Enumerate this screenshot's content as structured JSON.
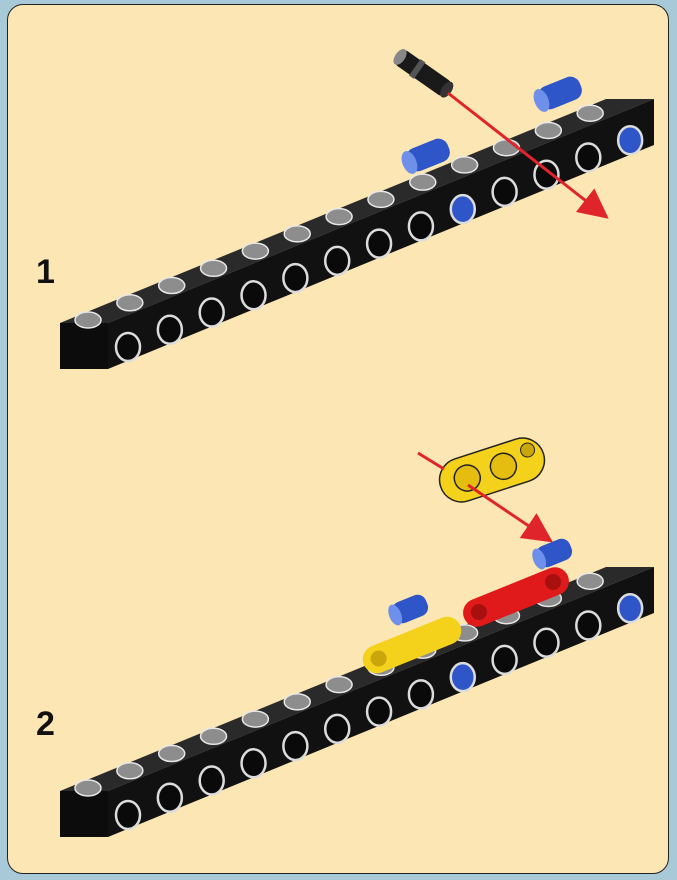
{
  "steps": [
    {
      "number": "1"
    },
    {
      "number": "2"
    }
  ],
  "colors": {
    "background": "#a7c9d8",
    "panel": "#fce6b3",
    "beam": "#111111",
    "pin_blue": "#2f56c8",
    "part_yellow": "#f4d21c",
    "part_red": "#e01a1a",
    "arrow": "#e0242c"
  },
  "icons": [
    "technic-beam",
    "blue-axle-pin",
    "black-friction-pin",
    "yellow-connector",
    "red-connector",
    "insert-arrow"
  ]
}
